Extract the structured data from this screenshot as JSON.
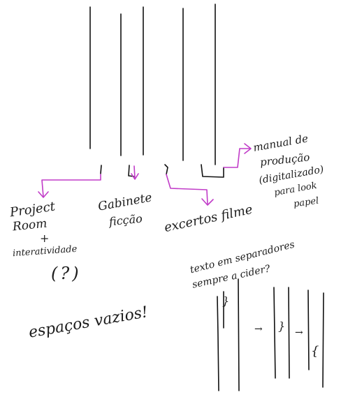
{
  "colors": {
    "ink": "#111111",
    "arrow_pink": "#c13cc8",
    "background": "#ffffff"
  },
  "labels": {
    "project": [
      "Project",
      "Room",
      "+",
      "interatividade"
    ],
    "question": "(?)",
    "gabinete": [
      "Gabinete",
      "ficção"
    ],
    "excertos": "excertos filme",
    "manual": [
      "manual de",
      "produção",
      "(digitalizado)",
      "para look",
      "papel"
    ],
    "texto": [
      "texto em separadores",
      "sempre a cider?"
    ],
    "espacos": "espaços vazios!"
  },
  "separator_marks": {
    "brace_1": "}",
    "arrow_1": "→",
    "brace_2": "}",
    "arrow_2": "→",
    "brace_3": "{"
  }
}
